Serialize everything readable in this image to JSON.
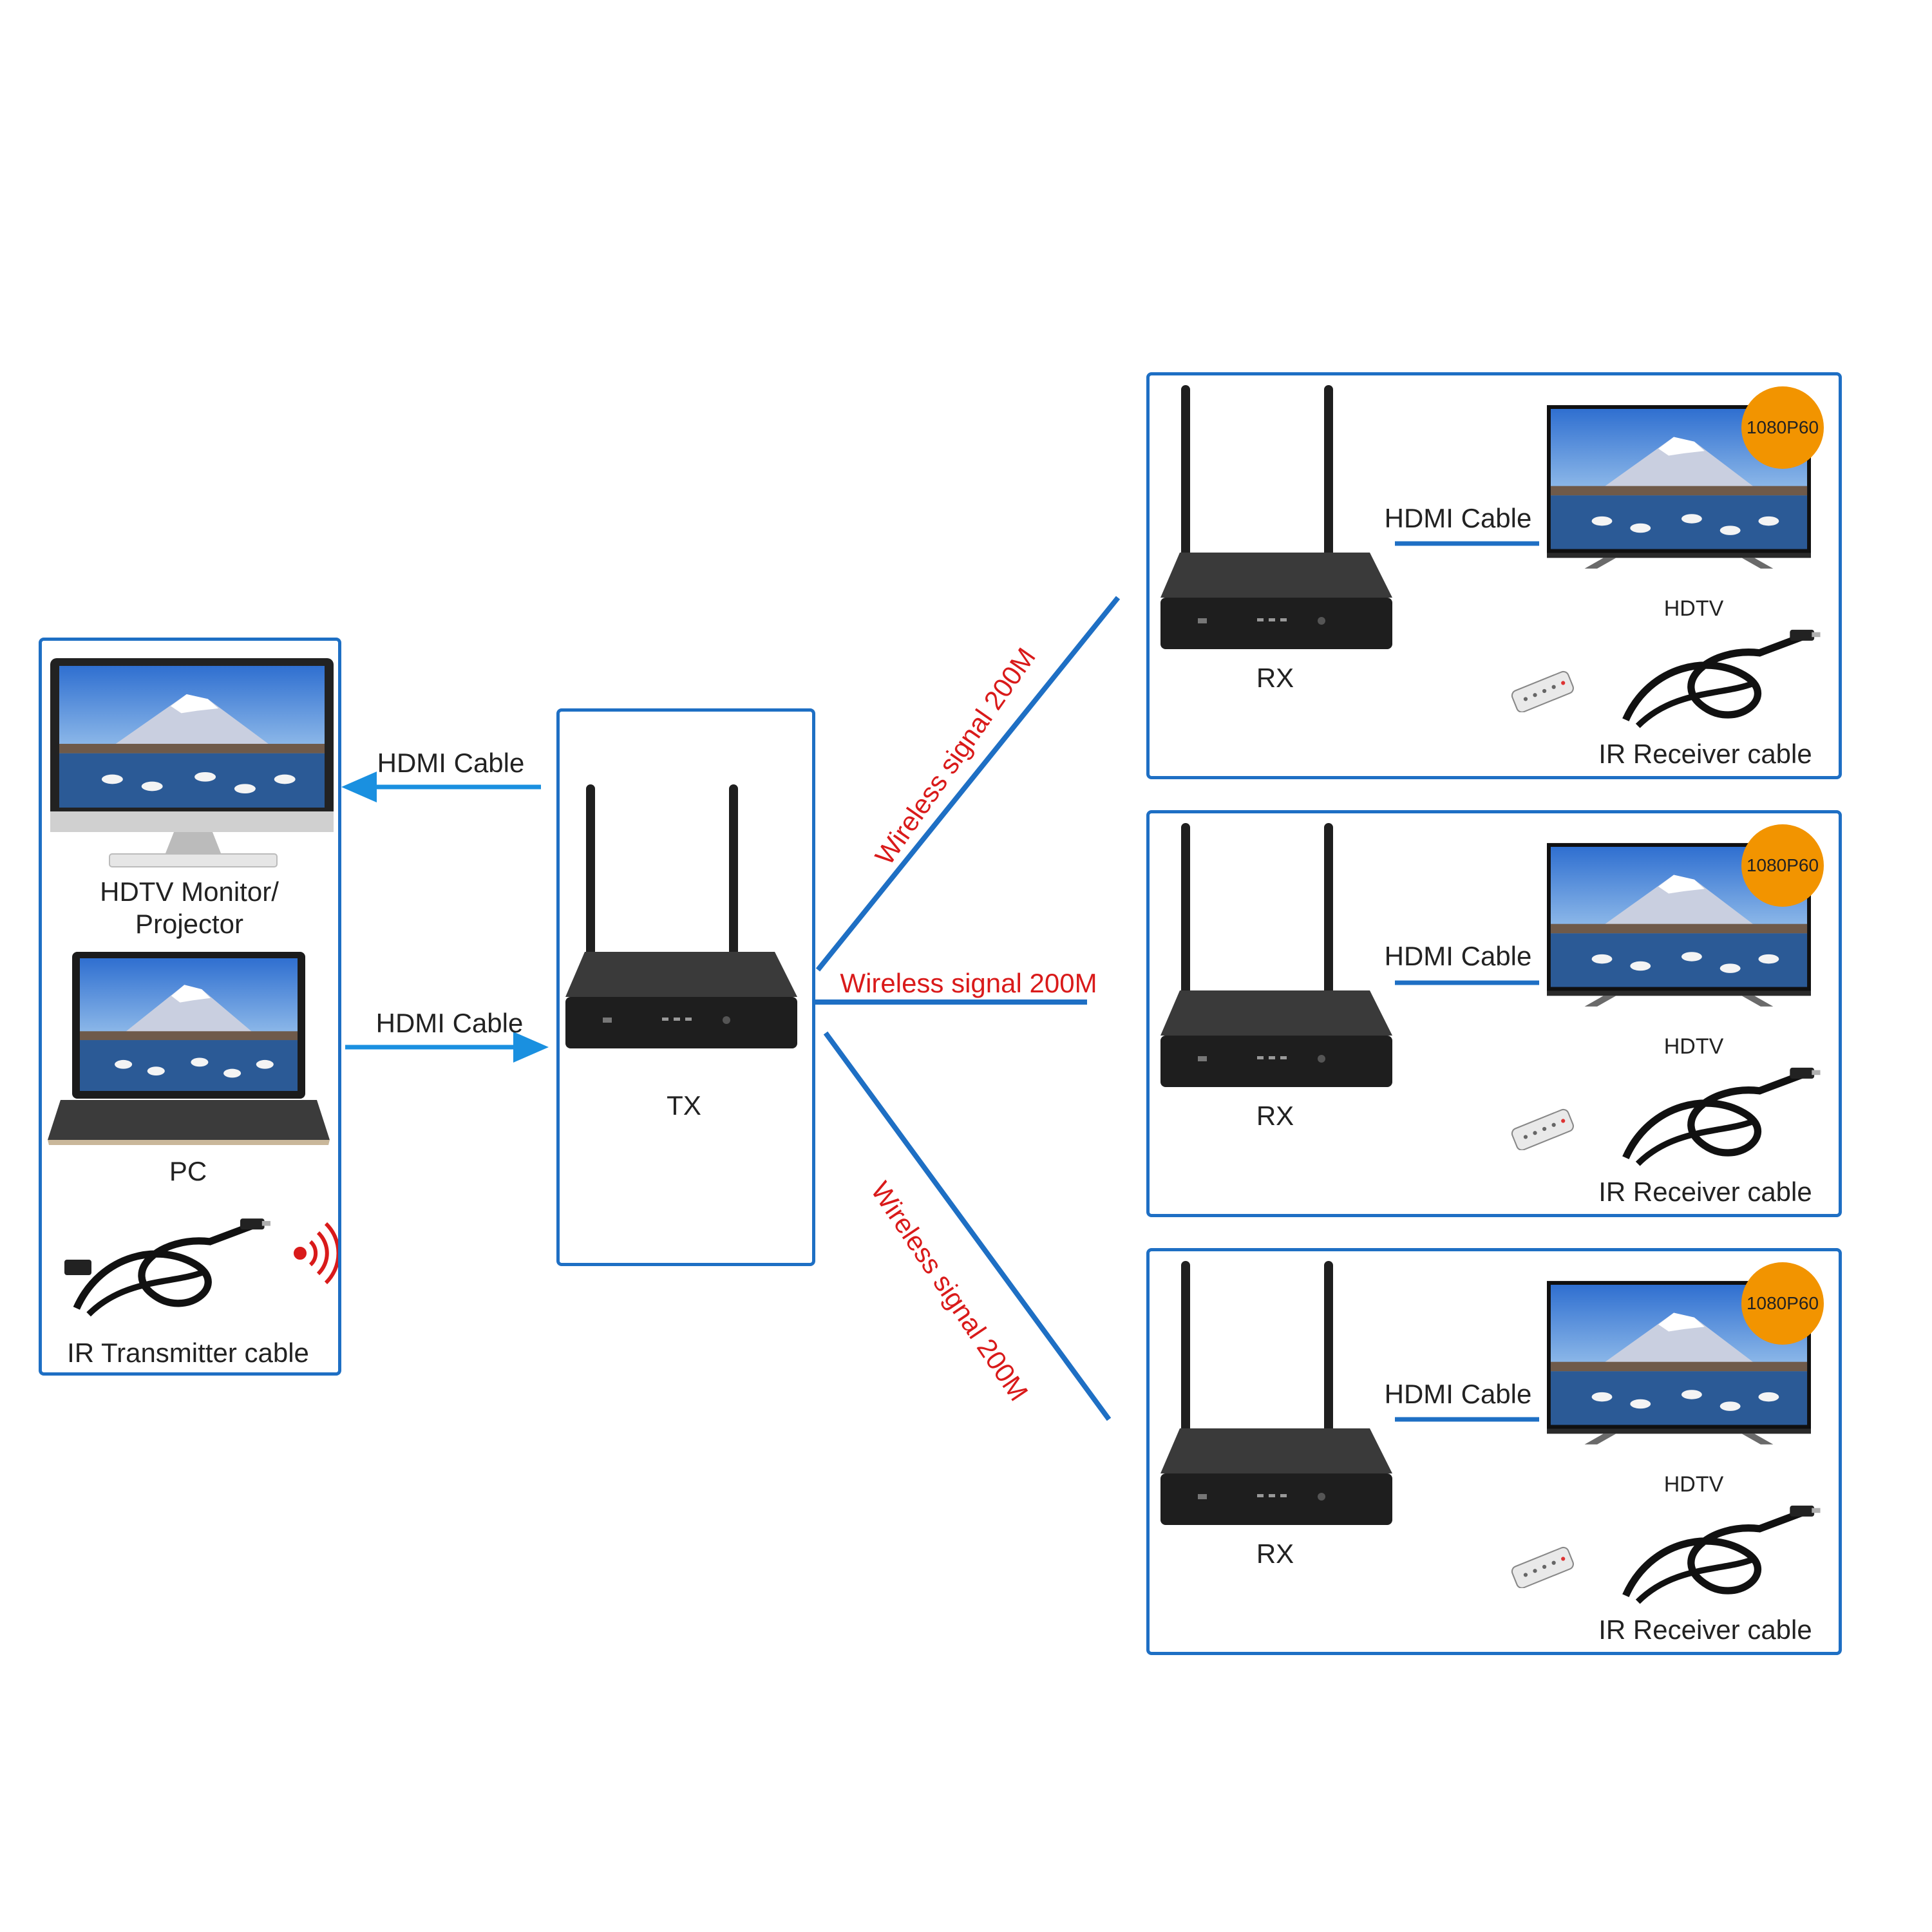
{
  "colors": {
    "accent_blue": "#1e6fc4",
    "arrow_blue": "#1a90e0",
    "signal_red": "#d91a1a",
    "badge_orange": "#f29400",
    "device_black": "#2b2b2b"
  },
  "source_panel": {
    "monitor_label_line1": "HDTV Monitor/",
    "monitor_label_line2": "Projector",
    "pc_label": "PC",
    "ir_transmitter_label": "IR Transmitter cable",
    "hdmi_out_label": "HDMI Cable",
    "hdmi_in_label": "HDMI Cable"
  },
  "transmitter": {
    "label": "TX"
  },
  "signals": {
    "top": "Wireless signal 200M",
    "middle": "Wireless signal 200M",
    "bottom": "Wireless signal 200M"
  },
  "receivers": [
    {
      "rx_label": "RX",
      "hdmi_label": "HDMI Cable",
      "tv_label": "HDTV",
      "badge": "1080P60",
      "ir_label": "IR Receiver cable"
    },
    {
      "rx_label": "RX",
      "hdmi_label": "HDMI Cable",
      "tv_label": "HDTV",
      "badge": "1080P60",
      "ir_label": "IR Receiver cable"
    },
    {
      "rx_label": "RX",
      "hdmi_label": "HDMI Cable",
      "tv_label": "HDTV",
      "badge": "1080P60",
      "ir_label": "IR Receiver cable"
    }
  ]
}
